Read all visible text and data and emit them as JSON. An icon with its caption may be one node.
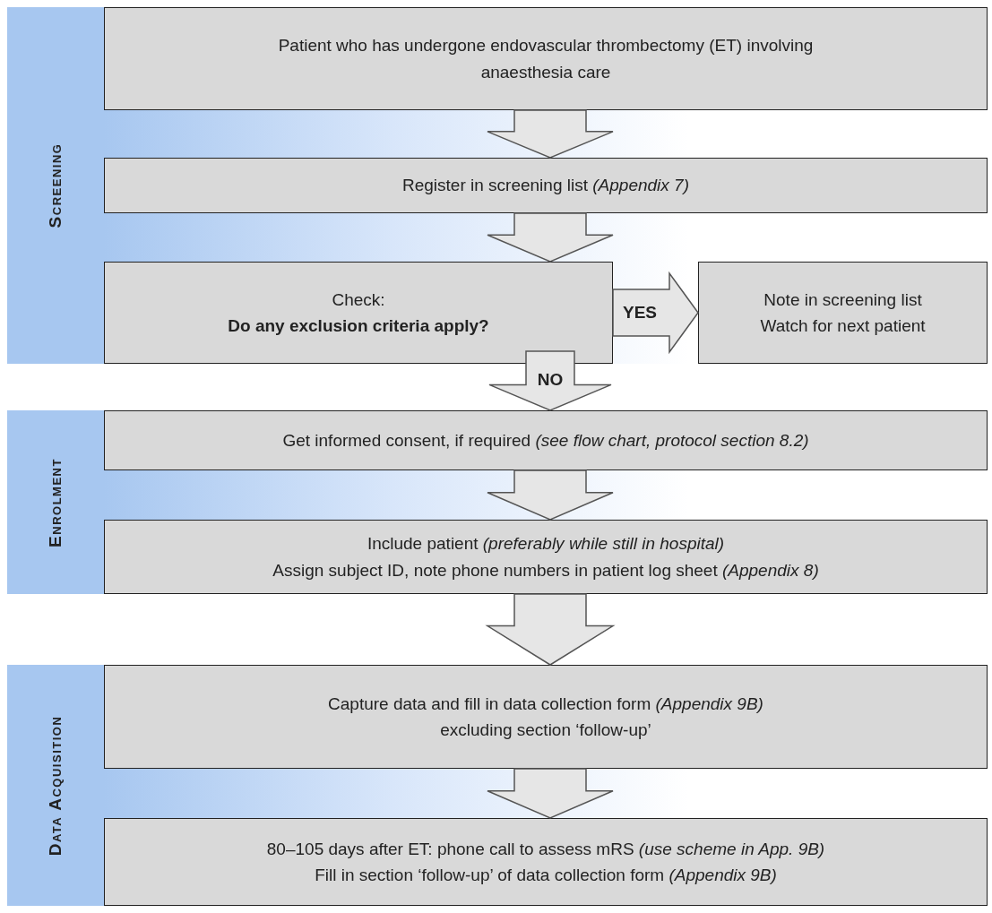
{
  "diagram": {
    "nodes": [
      {
        "text": [
          "Screening"
        ]
      },
      {
        "text": [
          "Patient who has undergone endovascular thrombectomy (ET) involving anaesthesia care"
        ],
        "in": 0
      },
      {
        "text": [
          "Register in screening list *(Appendix 7)*"
        ],
        "in": 0
      },
      {
        "text": [
          "Check:",
          "Do any exclusion criteria apply?"
        ],
        "in": 0
      },
      {
        "text": [
          "Note in screening list",
          "Watch for next patient"
        ],
        "in": 0
      },
      {
        "text": [
          "Enrolment"
        ]
      },
      {
        "text": [
          "Get informed consent, if required *(see flow chart, protocol section 8.2)*"
        ],
        "in": 5
      },
      {
        "text": [
          "Include patient *(preferably while still in hospital)*",
          "Assign subject ID, note phone numbers in patient log sheet *(Appendix 8)*"
        ],
        "in": 5
      },
      {
        "text": [
          "Data Acquisition"
        ]
      },
      {
        "text": [
          "Capture data and fill in data collection form *(Appendix 9B)*",
          "excluding section ‘follow-up’"
        ],
        "in": 8
      },
      {
        "text": [
          "80–105 days after ET: phone call to assess mRS *(use scheme in App. 9B)*",
          "Fill in section ‘follow-up’ of data collection form *(Appendix 9B)*"
        ],
        "in": 8
      }
    ],
    "edges": [
      {
        "from": 1,
        "to": 2,
        "arrow": "to"
      },
      {
        "from": 2,
        "to": 3,
        "arrow": "to"
      },
      {
        "from": 3,
        "to": 4,
        "arrow": "to",
        "label": "YES"
      },
      {
        "from": 3,
        "to": 6,
        "arrow": "to",
        "label": "NO"
      },
      {
        "from": 6,
        "to": 7,
        "arrow": "to"
      },
      {
        "from": 7,
        "to": 9,
        "arrow": "to"
      },
      {
        "from": 9,
        "to": 10,
        "arrow": "to"
      }
    ]
  }
}
